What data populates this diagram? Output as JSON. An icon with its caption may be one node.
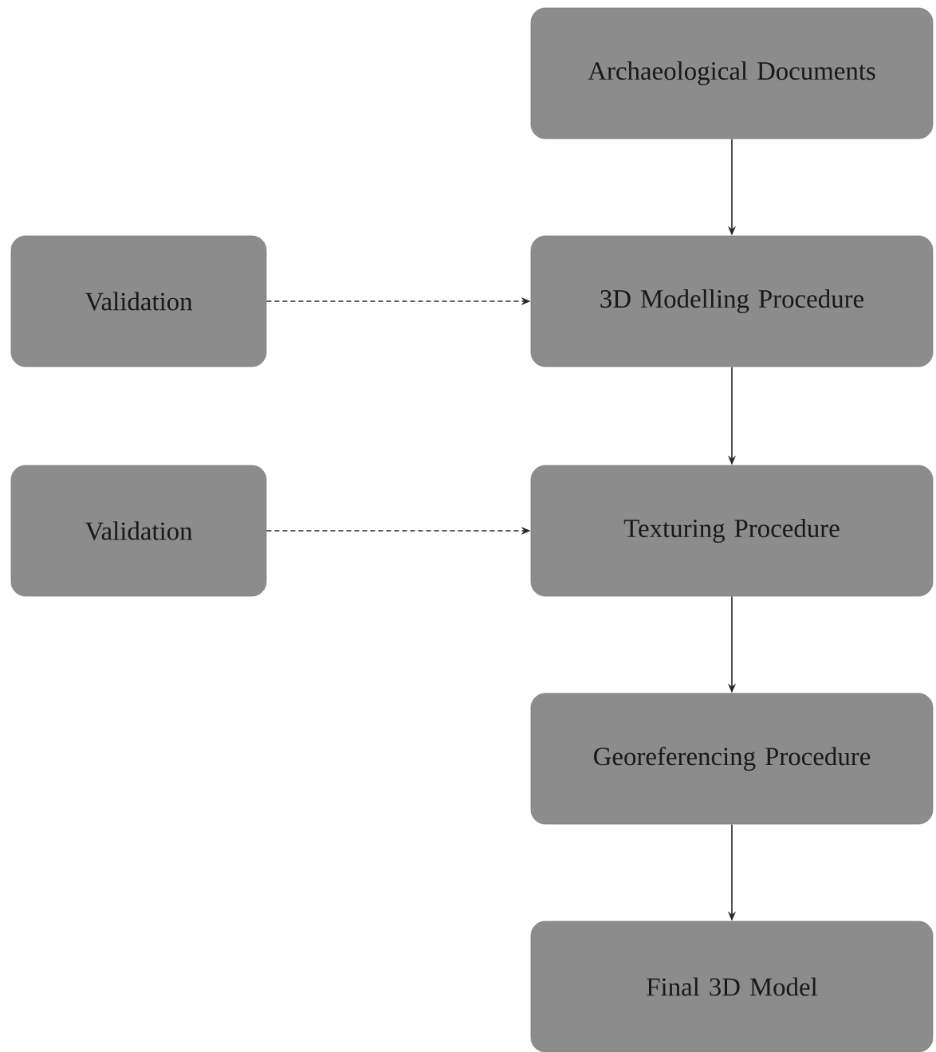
{
  "diagram": {
    "nodes": [
      {
        "text": [
          "Archaeological Documents"
        ]
      },
      {
        "text": [
          "Validation"
        ]
      },
      {
        "text": [
          "3D Modelling Procedure"
        ]
      },
      {
        "text": [
          "Validation"
        ]
      },
      {
        "text": [
          "Texturing Procedure"
        ]
      },
      {
        "text": [
          "Georeferencing Procedure"
        ]
      },
      {
        "text": [
          "Final 3D Model"
        ]
      }
    ],
    "edges": [
      {
        "from": 0,
        "to": 2,
        "arrow": "to"
      },
      {
        "from": 1,
        "to": 2,
        "arrow": "to",
        "style": "dashed"
      },
      {
        "from": 2,
        "to": 4,
        "arrow": "to"
      },
      {
        "from": 3,
        "to": 4,
        "arrow": "to",
        "style": "dashed"
      },
      {
        "from": 4,
        "to": 5,
        "arrow": "to"
      },
      {
        "from": 5,
        "to": 6,
        "arrow": "to"
      }
    ]
  }
}
